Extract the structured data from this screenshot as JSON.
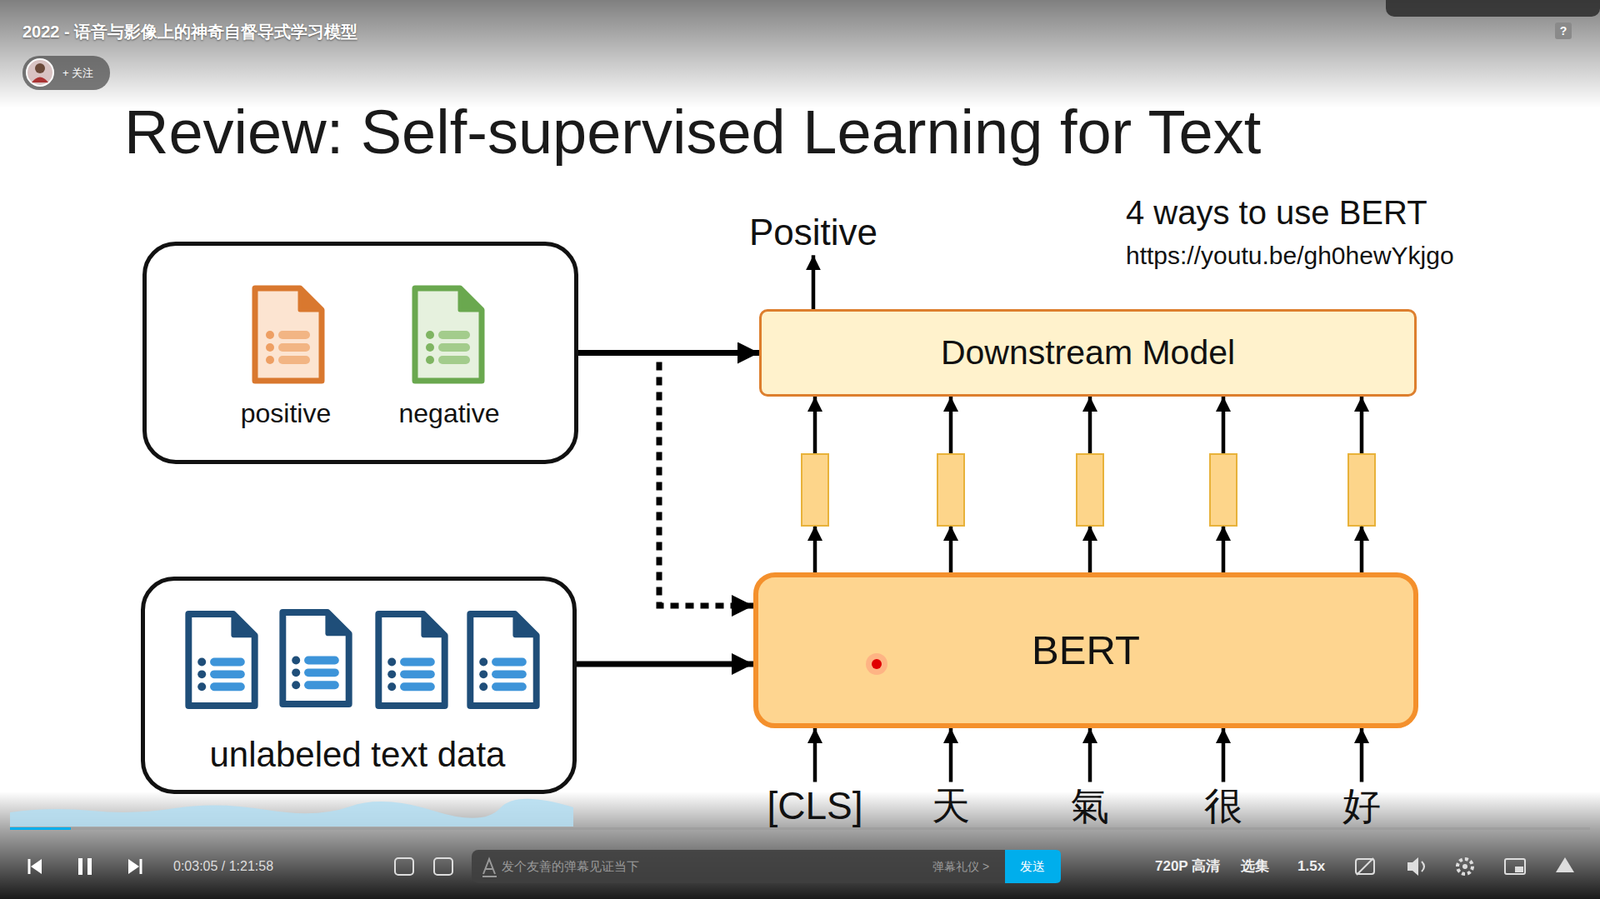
{
  "diagram": {
    "title": "Review: Self-supervised Learning for Text",
    "nodes": [
      {
        "text": [
          "positive",
          "negative"
        ]
      },
      {
        "text": [
          "unlabeled text data"
        ]
      },
      {
        "text": [
          "Positive"
        ]
      },
      {
        "text": [
          "Downstream Model"
        ]
      },
      {
        "text": [
          "BERT"
        ]
      },
      {
        "text": [
          "[CLS]"
        ]
      },
      {
        "text": [
          "天"
        ]
      },
      {
        "text": [
          "氣"
        ]
      },
      {
        "text": [
          "很"
        ]
      },
      {
        "text": [
          "好"
        ]
      }
    ],
    "edges": [
      {
        "from": 0,
        "to": 3,
        "arrow": "to"
      },
      {
        "from": 0,
        "to": 4,
        "arrow": "to"
      },
      {
        "from": 1,
        "to": 4,
        "arrow": "to"
      },
      {
        "from": 3,
        "to": 2,
        "arrow": "to"
      },
      {
        "from": 4,
        "to": 3,
        "arrow": "to"
      },
      {
        "from": 4,
        "to": 3,
        "arrow": "to"
      },
      {
        "from": 4,
        "to": 3,
        "arrow": "to"
      },
      {
        "from": 4,
        "to": 3,
        "arrow": "to"
      },
      {
        "from": 4,
        "to": 3,
        "arrow": "to"
      },
      {
        "from": 5,
        "to": 4,
        "arrow": "to"
      },
      {
        "from": 6,
        "to": 4,
        "arrow": "to"
      },
      {
        "from": 7,
        "to": 4,
        "arrow": "to"
      },
      {
        "from": 8,
        "to": 4,
        "arrow": "to"
      },
      {
        "from": 9,
        "to": 4,
        "arrow": "to"
      }
    ],
    "labels": [
      "4 ways to use BERT",
      "https://youtu.be/gh0hewYkjgo",
      "2022 - 语音与影像上的神奇自督导式学习模型",
      "+ 关注",
      "0:03:05 / 1:21:58",
      "发个友善的弹幕见证当下",
      "弹幕礼仪 >",
      "发送",
      "720P 高清",
      "选集",
      "1.5x",
      "?"
    ]
  }
}
